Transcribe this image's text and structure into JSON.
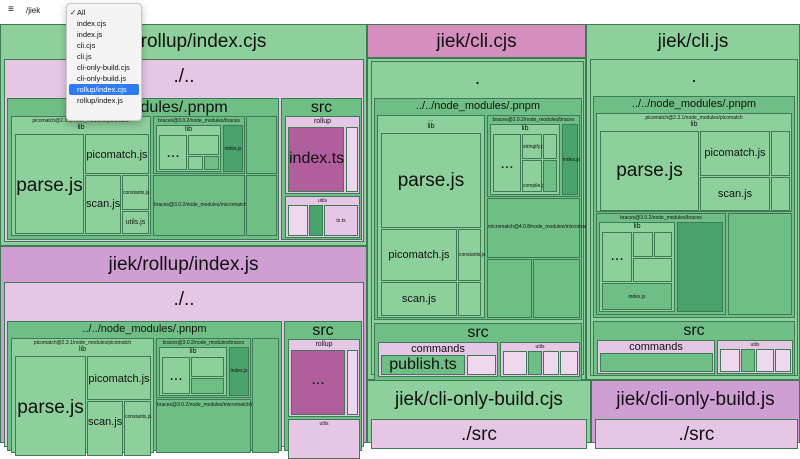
{
  "topbar": {
    "menu_glyph": "≡",
    "filter_value": "/jiek"
  },
  "dropdown": {
    "options": [
      {
        "label": "All",
        "checked": true
      },
      {
        "label": "index.cjs"
      },
      {
        "label": "index.js"
      },
      {
        "label": "cli.cjs"
      },
      {
        "label": "cli.js"
      },
      {
        "label": "cli-only-build.cjs"
      },
      {
        "label": "cli-only-build.js"
      },
      {
        "label": "rollup/index.cjs",
        "highlighted": true
      },
      {
        "label": "rollup/index.js"
      }
    ]
  },
  "treemap": {
    "rollup_cjs": {
      "title": "rollup/index.cjs",
      "root": "./..",
      "pnpm": "modules/.pnpm",
      "picomatch_pkg": "picomatch@2.3.1/node_modules/picomatch",
      "braces_pkg": "braces@3.0.2/node_modules/braces",
      "lib": "lib",
      "parse": "parse.js",
      "picomatch": "picomatch.js",
      "scan": "scan.js",
      "utils": "utils.js",
      "constants": "constants.js",
      "ellipsis": "...",
      "index_js": "index.js",
      "braces_lib": "braces@3.0.2/node_modules/micromatch/index",
      "src": "src",
      "rollup": "rollup",
      "index_ts": "index.ts",
      "utils_dir": "utils",
      "ts_ts": "ts.ts"
    },
    "rollup_js": {
      "title": "jiek/rollup/index.js",
      "root": "./..",
      "pnpm": "../../node_modules/.pnpm",
      "picomatch_pkg": "picomatch@2.3.1/node_modules/picomatch",
      "braces_pkg": "braces@3.0.2/node_modules/braces",
      "lib": "lib",
      "parse": "parse.js",
      "picomatch": "picomatch.js",
      "scan": "scan.js",
      "constants": "constants.js",
      "ellipsis": "...",
      "index_js": "index.js",
      "braces_lib": "braces@3.0.2/node_modules/micromatch/index",
      "src": "src",
      "rollup": "rollup",
      "utils_dir": "utils"
    },
    "cli_cjs": {
      "title": "jiek/cli.cjs",
      "root": ".",
      "pnpm": "../../node_modules/.pnpm",
      "pkg_top": "...",
      "braces_pkg": "braces@3.0.2/node_modules/braces",
      "lib": "lib",
      "parse": "parse.js",
      "picomatch": "picomatch.js",
      "scan": "scan.js",
      "ellipsis": "...",
      "constants": "constants.js",
      "stringify": "stringify.js",
      "compile": "compile.js",
      "index_js": "index.js",
      "micromatch": "micromatch@4.0.8/node_modules/micromatch/index.js",
      "src": "src",
      "commands": "commands",
      "publish": "publish.ts",
      "utils_dir": "utils"
    },
    "cli_js": {
      "title": "jiek/cli.js",
      "root": ".",
      "pnpm": "../../node_modules/.pnpm",
      "picomatch_pkg": "picomatch@2.3.1/node_modules/picomatch",
      "braces_pkg": "braces@3.0.2/node_modules/braces",
      "lib": "lib",
      "parse": "parse.js",
      "picomatch": "picomatch.js",
      "scan": "scan.js",
      "ellipsis": "...",
      "index_js": "index.js",
      "src": "src",
      "commands": "commands",
      "utils_dir": "utils"
    },
    "cli_only_cjs": {
      "title": "jiek/cli-only-build.cjs",
      "src": "./src"
    },
    "cli_only_js": {
      "title": "jiek/cli-only-build.js",
      "src": "./src"
    }
  },
  "colors": {
    "green": "#8ed09b",
    "green_mid": "#6fbe85",
    "green_dark": "#4aa36a",
    "pink": "#d58fbf",
    "pink_dark": "#b05e9c",
    "purple_light": "#e5c6e5",
    "menu_selected": "#2f7bf5"
  }
}
